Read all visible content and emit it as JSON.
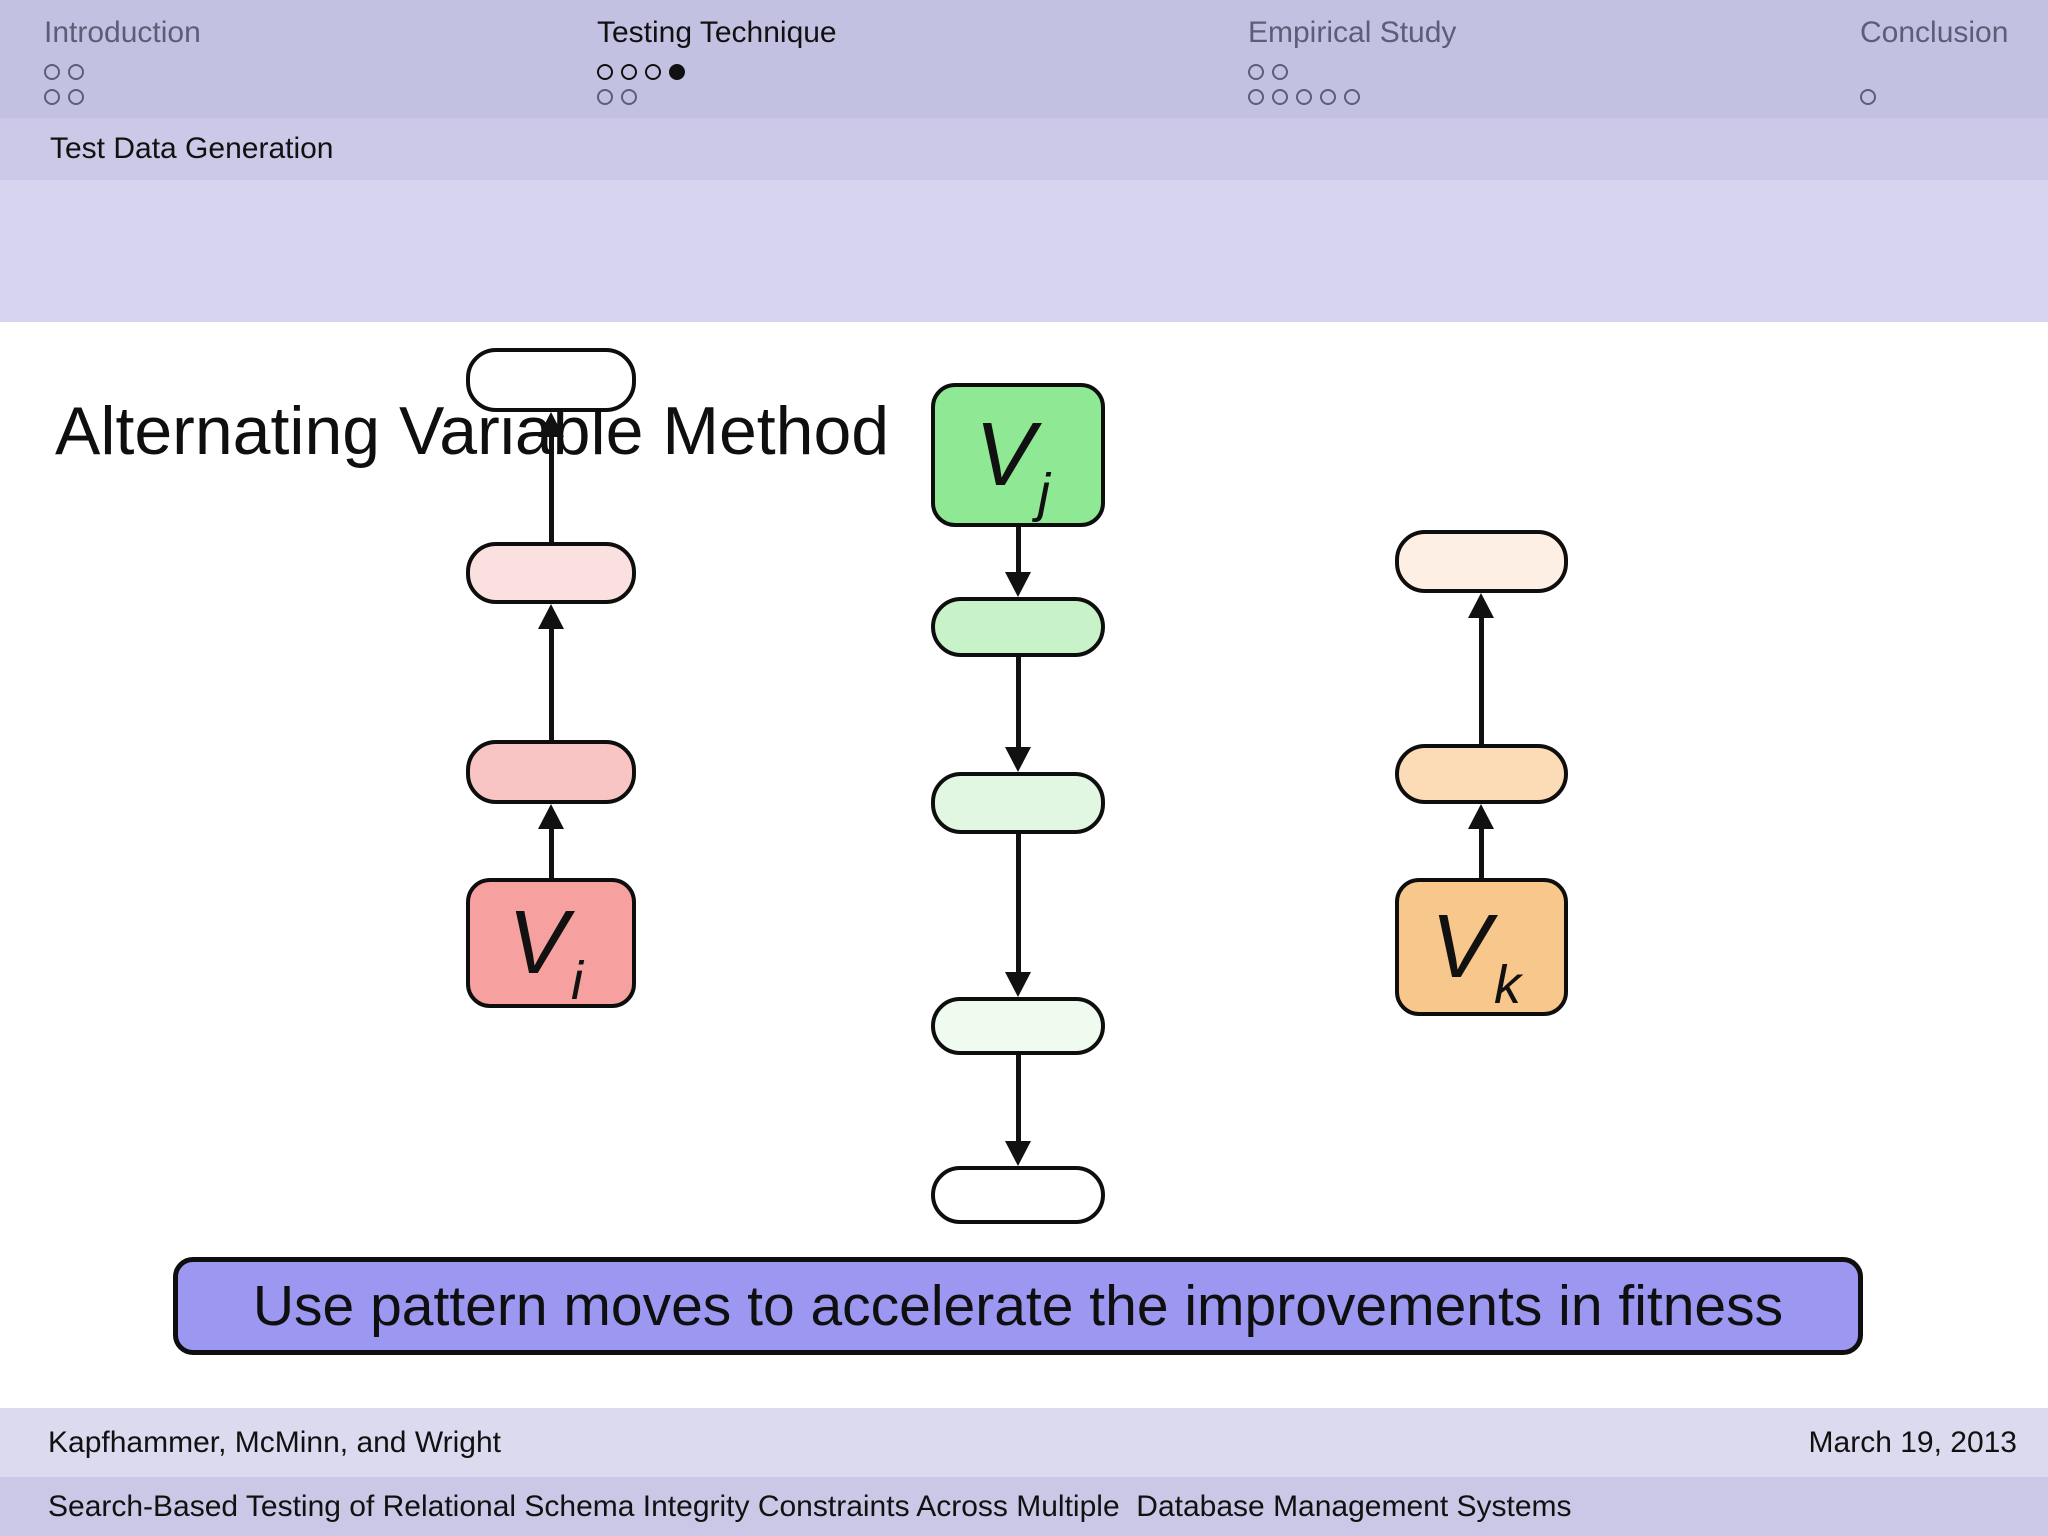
{
  "navigation": {
    "sections": [
      {
        "label": "Introduction",
        "active": false,
        "dot_rows": [
          "oo",
          "oo"
        ]
      },
      {
        "label": "Testing Technique",
        "active": true,
        "dot_rows": [
          "OOOF",
          "oo"
        ]
      },
      {
        "label": "Empirical Study",
        "active": false,
        "dot_rows": [
          "oo",
          "ooooo"
        ]
      },
      {
        "label": "Conclusion",
        "active": false,
        "dot_rows": [
          "",
          "o"
        ]
      }
    ]
  },
  "subsection_bar": {
    "text": "Test Data Generation"
  },
  "frame_title": {
    "text": "Alternating Variable Method"
  },
  "diagram": {
    "columns": [
      {
        "variable": "i",
        "arrow_direction": "up",
        "boxes": [
          {
            "fill": "#ffffff",
            "label": "",
            "subscript": ""
          },
          {
            "fill": "#fbe0e0",
            "label": "",
            "subscript": ""
          },
          {
            "fill": "#f9c4c4",
            "label": "",
            "subscript": ""
          },
          {
            "fill": "#f7a0a0",
            "label": "V",
            "subscript": "i"
          }
        ]
      },
      {
        "variable": "j",
        "arrow_direction": "down",
        "boxes": [
          {
            "fill": "#8fe893",
            "label": "V",
            "subscript": "j"
          },
          {
            "fill": "#c8f3c8",
            "label": "",
            "subscript": ""
          },
          {
            "fill": "#e1f7e1",
            "label": "",
            "subscript": ""
          },
          {
            "fill": "#f0fbf0",
            "label": "",
            "subscript": ""
          },
          {
            "fill": "#ffffff",
            "label": "",
            "subscript": ""
          }
        ]
      },
      {
        "variable": "k",
        "arrow_direction": "up",
        "boxes": [
          {
            "fill": "#fdefe3",
            "label": "",
            "subscript": ""
          },
          {
            "fill": "#fcdcb6",
            "label": "",
            "subscript": ""
          },
          {
            "fill": "#f8c78b",
            "label": "V",
            "subscript": "k"
          }
        ]
      }
    ],
    "caption": {
      "label": "Use pattern moves to accelerate the improvements in fitness",
      "fill": "#9c98f1"
    }
  },
  "footer": {
    "authors": "Kapfhammer, McMinn, and Wright",
    "date": "March 19, 2013",
    "paper_title": "Search-Based Testing of Relational Schema Integrity Constraints Across Multiple  Database Management Systems"
  },
  "theme": {
    "nav_bar_bg": "#c3c1e2",
    "subsection_bar_bg": "#cbc9e7",
    "frametitle_bar_bg": "#d6d4ee",
    "footer_author_bar_bg": "#dcdaee",
    "footer_title_bar_bg": "#cac8e6",
    "inactive_nav_text": "#5d5d76",
    "active_nav_text": "#111111",
    "box_border": "#0e0e0e"
  }
}
